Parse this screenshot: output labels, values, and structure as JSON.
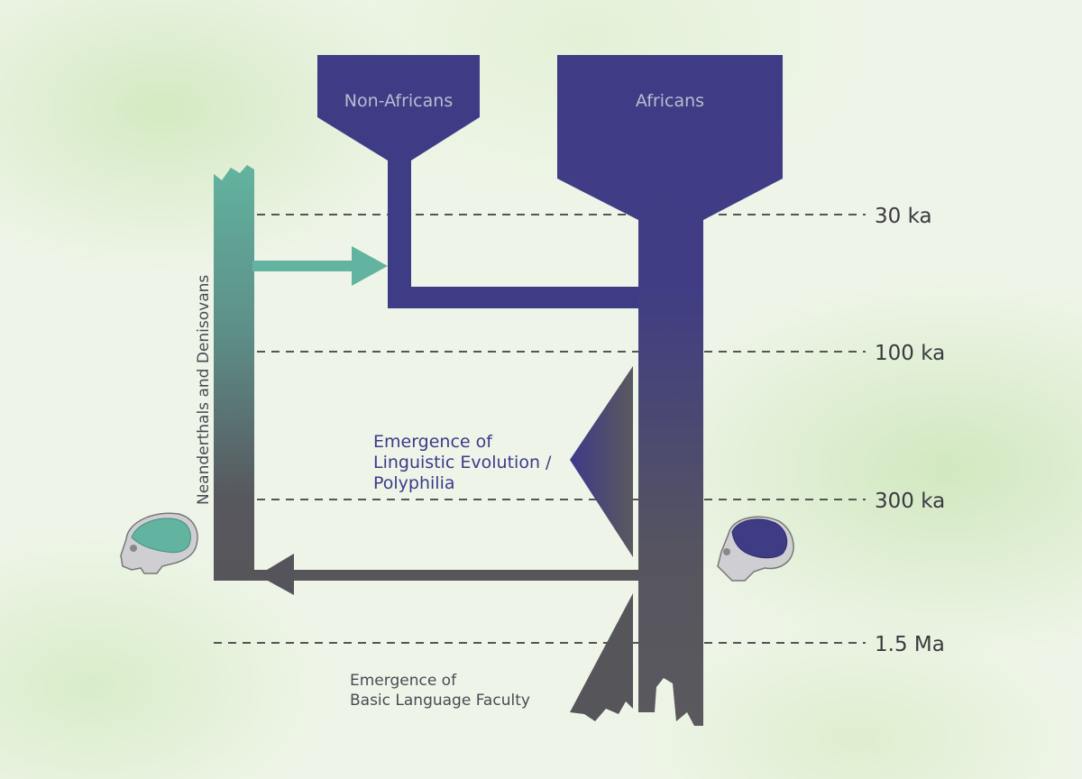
{
  "groups": {
    "non_africans": "Non-Africans",
    "africans": "Africans",
    "neanderthals": "Neanderthals and Denisovans"
  },
  "timescale": [
    {
      "label": "30 ka"
    },
    {
      "label": "100 ka"
    },
    {
      "label": "300 ka"
    },
    {
      "label": "1.5 Ma"
    }
  ],
  "annotations": {
    "linguistic": [
      "Emergence of",
      "Linguistic Evolution /",
      "Polyphilia"
    ],
    "basic": [
      "Emergence  of",
      "Basic Language Faculty"
    ]
  },
  "colors": {
    "purple": "#3f3c86",
    "teal": "#62b39f",
    "grey": "#58575c",
    "background": "#eef5e8"
  }
}
